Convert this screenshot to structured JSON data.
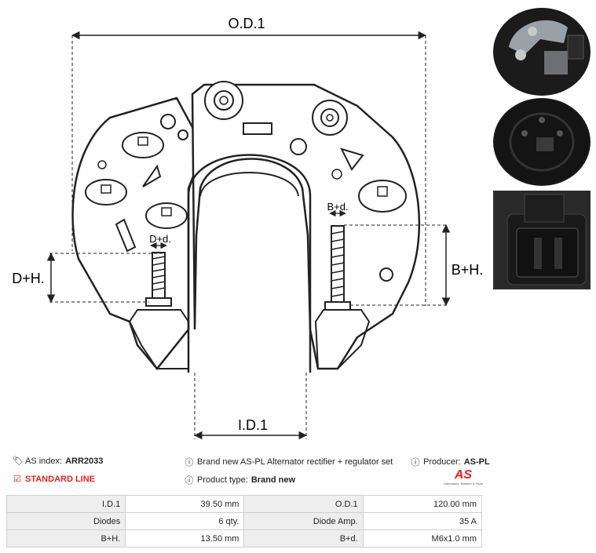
{
  "drawing": {
    "od1_label": "O.D.1",
    "id1_label": "I.D.1",
    "bd_label": "B+d.",
    "dd_label": "D+d.",
    "dh_label": "D+H.",
    "bh_label": "B+H."
  },
  "info": {
    "as_index_label": "AS index:",
    "as_index_value": "ARR2033",
    "standard_line": "STANDARD LINE",
    "description": "Brand new AS-PL Alternator rectifier + regulator set",
    "product_type_label": "Product type:",
    "product_type_value": "Brand new",
    "producer_label": "Producer:",
    "producer_value": "AS-PL",
    "logo_text": "AS",
    "logo_tagline": "Alternators, Starters & Parts"
  },
  "specs": [
    {
      "l1": "I.D.1",
      "v1": "39.50 mm",
      "l2": "O.D.1",
      "v2": "120.00 mm"
    },
    {
      "l1": "Diodes",
      "v1": "6 qty.",
      "l2": "Diode Amp.",
      "v2": "35 A"
    },
    {
      "l1": "B+H.",
      "v1": "13.50 mm",
      "l2": "B+d.",
      "v2": "M6x1.0 mm"
    }
  ],
  "colors": {
    "brand_red": "#e2231a"
  }
}
